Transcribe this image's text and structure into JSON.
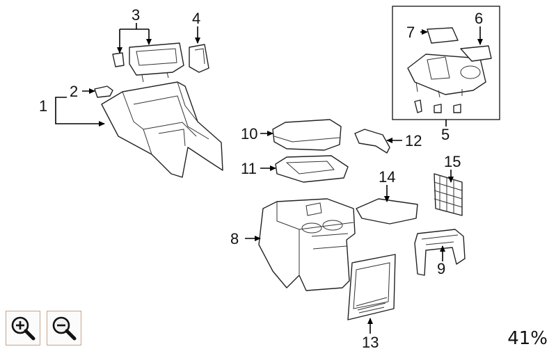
{
  "diagram": {
    "callouts": [
      "1",
      "2",
      "3",
      "4",
      "5",
      "6",
      "7",
      "8",
      "9",
      "10",
      "11",
      "12",
      "13",
      "14",
      "15"
    ]
  },
  "toolbar": {
    "zoom_in_icon": "zoom-in-icon",
    "zoom_out_icon": "zoom-out-icon",
    "zoom_level": "41%"
  }
}
